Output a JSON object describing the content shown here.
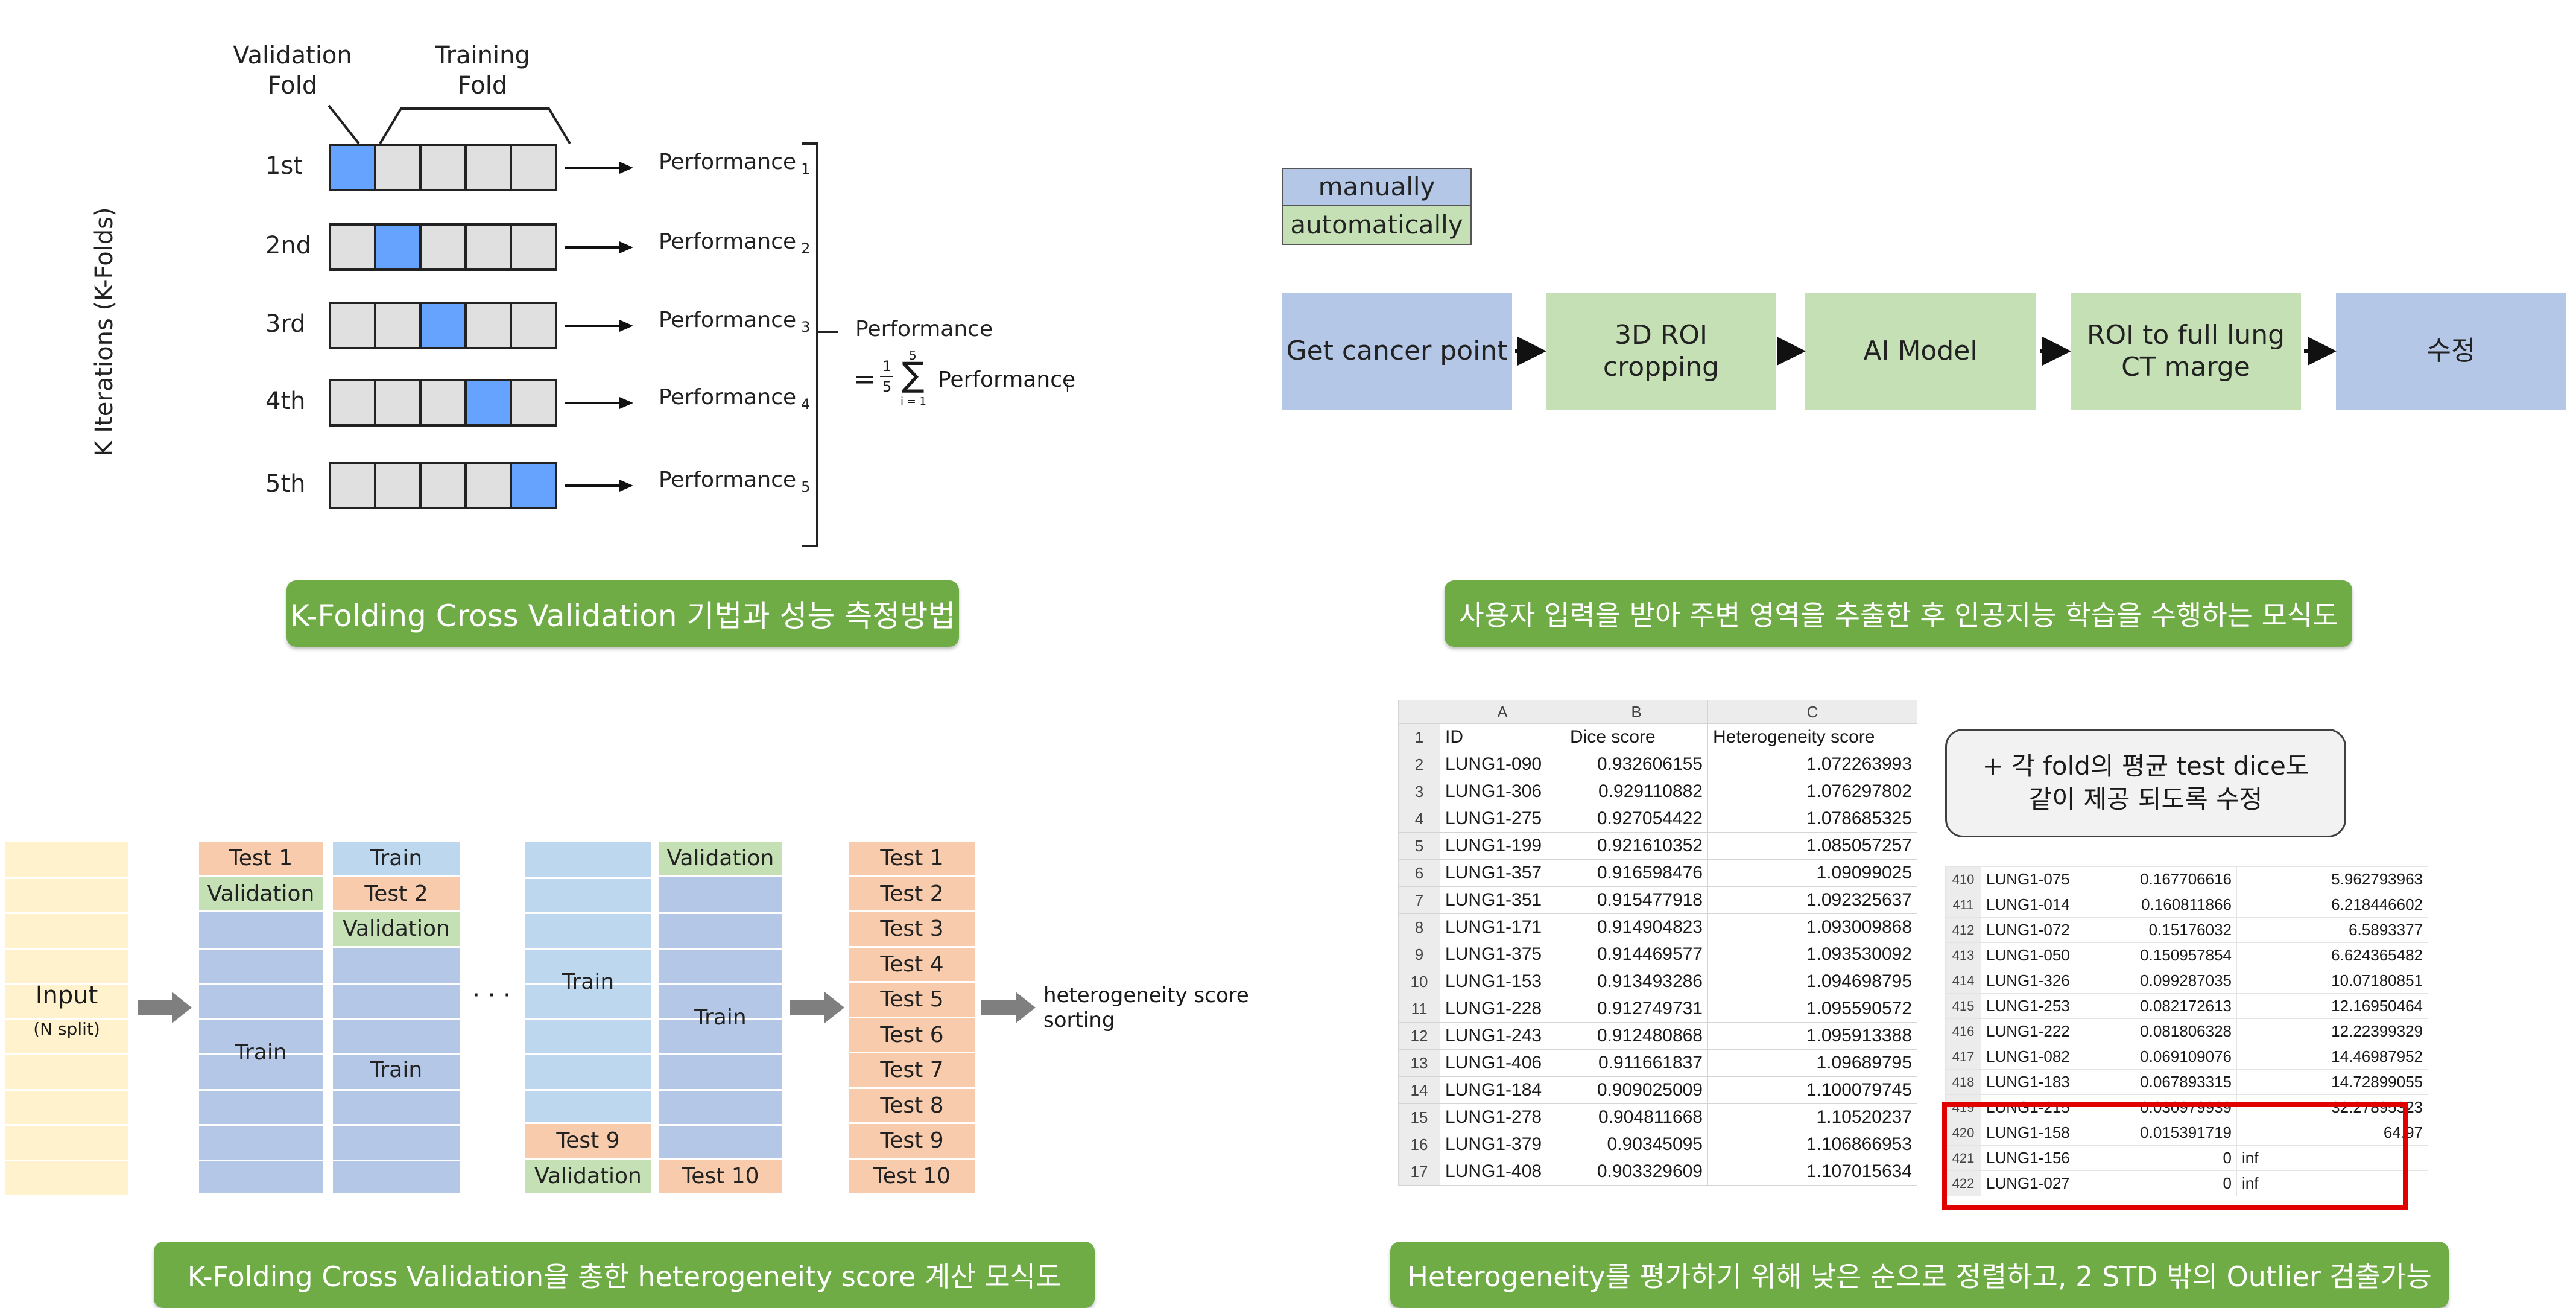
{
  "kfold": {
    "validation_fold": "Validation\nFold",
    "training_fold": "Training\nFold",
    "y_axis": "K Iterations (K-Folds)",
    "iterations": [
      "1st",
      "2nd",
      "3rd",
      "4th",
      "5th"
    ],
    "performance_label": "Performance",
    "performance_subs": [
      "1",
      "2",
      "3",
      "4",
      "5"
    ],
    "formula_title": "Performance",
    "formula_eq": "=",
    "formula_frac_num": "1",
    "formula_frac_den": "5",
    "formula_sigma": "∑",
    "formula_sigma_top": "5",
    "formula_sigma_bottom": "i = 1",
    "formula_term": "Performance",
    "formula_term_sub": "i",
    "caption": "K-Folding Cross Validation 기법과 성능 측정방법"
  },
  "flow": {
    "legend_manual": "manually",
    "legend_auto": "automatically",
    "steps": [
      "Get cancer point",
      "3D ROI\ncropping",
      "AI Model",
      "ROI to full lung\nCT marge",
      "수정"
    ],
    "caption": "사용자 입력을 받아 주변 영역을 추출한 후 인공지능 학습을 수행하는 모식도"
  },
  "hetero": {
    "input": "Input",
    "input_sub": "(N split)",
    "col1": {
      "test": "Test 1",
      "validation": "Validation",
      "train": "Train"
    },
    "col2": {
      "train_top": "Train",
      "test": "Test 2",
      "validation": "Validation",
      "train": "Train"
    },
    "ellipsis": "· · ·",
    "col3": {
      "train": "Train",
      "test": "Test 9",
      "validation": "Validation"
    },
    "col4": {
      "validation": "Validation",
      "train": "Train",
      "test": "Test 10"
    },
    "tests": [
      "Test 1",
      "Test 2",
      "Test 3",
      "Test 4",
      "Test 5",
      "Test 6",
      "Test 7",
      "Test 8",
      "Test 9",
      "Test 10"
    ],
    "result": "heterogeneity score\nsorting",
    "caption": "K-Folding Cross Validation을 총한 heterogeneity score 계산 모식도"
  },
  "sheet": {
    "col_letters": [
      "A",
      "B",
      "C"
    ],
    "headers": [
      "ID",
      "Dice score",
      "Heterogeneity score"
    ],
    "rows": [
      [
        "2",
        "LUNG1-090",
        "0.932606155",
        "1.072263993"
      ],
      [
        "3",
        "LUNG1-306",
        "0.929110882",
        "1.076297802"
      ],
      [
        "4",
        "LUNG1-275",
        "0.927054422",
        "1.078685325"
      ],
      [
        "5",
        "LUNG1-199",
        "0.921610352",
        "1.085057257"
      ],
      [
        "6",
        "LUNG1-357",
        "0.916598476",
        "1.09099025"
      ],
      [
        "7",
        "LUNG1-351",
        "0.915477918",
        "1.092325637"
      ],
      [
        "8",
        "LUNG1-171",
        "0.914904823",
        "1.093009868"
      ],
      [
        "9",
        "LUNG1-375",
        "0.914469577",
        "1.093530092"
      ],
      [
        "10",
        "LUNG1-153",
        "0.913493286",
        "1.094698795"
      ],
      [
        "11",
        "LUNG1-228",
        "0.912749731",
        "1.095590572"
      ],
      [
        "12",
        "LUNG1-243",
        "0.912480868",
        "1.095913388"
      ],
      [
        "13",
        "LUNG1-406",
        "0.911661837",
        "1.09689795"
      ],
      [
        "14",
        "LUNG1-184",
        "0.909025009",
        "1.100079745"
      ],
      [
        "15",
        "LUNG1-278",
        "0.904811668",
        "1.10520237"
      ],
      [
        "16",
        "LUNG1-379",
        "0.90345095",
        "1.106866953"
      ],
      [
        "17",
        "LUNG1-408",
        "0.903329609",
        "1.107015634"
      ]
    ],
    "note": "+ 각 fold의 평균 test dice도\n같이 제공 되도록 수정",
    "rows2": [
      [
        "410",
        "LUNG1-075",
        "0.167706616",
        "5.962793963"
      ],
      [
        "411",
        "LUNG1-014",
        "0.160811866",
        "6.218446602"
      ],
      [
        "412",
        "LUNG1-072",
        "0.15176032",
        "6.5893377"
      ],
      [
        "413",
        "LUNG1-050",
        "0.150957854",
        "6.624365482"
      ],
      [
        "414",
        "LUNG1-326",
        "0.099287035",
        "10.07180851"
      ],
      [
        "415",
        "LUNG1-253",
        "0.082172613",
        "12.16950464"
      ],
      [
        "416",
        "LUNG1-222",
        "0.081806328",
        "12.22399329"
      ],
      [
        "417",
        "LUNG1-082",
        "0.069109076",
        "14.46987952"
      ],
      [
        "418",
        "LUNG1-183",
        "0.067893315",
        "14.72899055"
      ],
      [
        "419",
        "LUNG1-215",
        "0.030979939",
        "32.27895323"
      ],
      [
        "420",
        "LUNG1-158",
        "0.015391719",
        "64.97"
      ],
      [
        "421",
        "LUNG1-156",
        "0",
        "inf"
      ],
      [
        "422",
        "LUNG1-027",
        "0",
        "inf"
      ]
    ],
    "caption": "Heterogeneity를 평가하기 위해 낮은 순으로 정렬하고, 2 STD 밖의 Outlier 검출가능"
  }
}
